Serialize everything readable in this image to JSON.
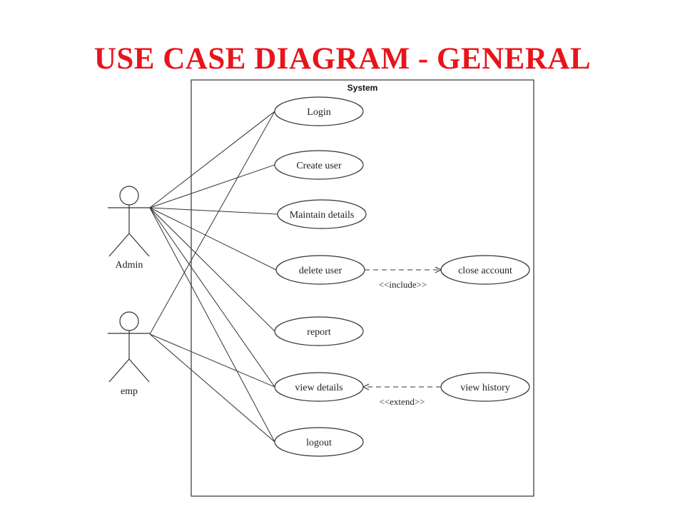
{
  "title": "USE CASE DIAGRAM - GENERAL",
  "diagram": {
    "system_label": "System",
    "actors": [
      {
        "id": "admin",
        "label": "Admin"
      },
      {
        "id": "emp",
        "label": "emp"
      }
    ],
    "use_cases": [
      {
        "id": "login",
        "label": "Login"
      },
      {
        "id": "create_user",
        "label": "Create user"
      },
      {
        "id": "maintain_details",
        "label": "Maintain details"
      },
      {
        "id": "delete_user",
        "label": "delete user"
      },
      {
        "id": "close_account",
        "label": "close account"
      },
      {
        "id": "report",
        "label": "report"
      },
      {
        "id": "view_details",
        "label": "view details"
      },
      {
        "id": "view_history",
        "label": "view history"
      },
      {
        "id": "logout",
        "label": "logout"
      }
    ],
    "associations": [
      {
        "actor": "admin",
        "use_case": "login"
      },
      {
        "actor": "admin",
        "use_case": "create_user"
      },
      {
        "actor": "admin",
        "use_case": "maintain_details"
      },
      {
        "actor": "admin",
        "use_case": "delete_user"
      },
      {
        "actor": "admin",
        "use_case": "report"
      },
      {
        "actor": "admin",
        "use_case": "view_details"
      },
      {
        "actor": "admin",
        "use_case": "logout"
      },
      {
        "actor": "emp",
        "use_case": "login"
      },
      {
        "actor": "emp",
        "use_case": "view_details"
      },
      {
        "actor": "emp",
        "use_case": "logout"
      }
    ],
    "relations": [
      {
        "from": "delete_user",
        "to": "close_account",
        "label": "<<include>>"
      },
      {
        "from": "view_history",
        "to": "view_details",
        "label": "<<extend>>"
      }
    ],
    "colors": {
      "title": "#e8141b",
      "lines": "#333333"
    }
  }
}
